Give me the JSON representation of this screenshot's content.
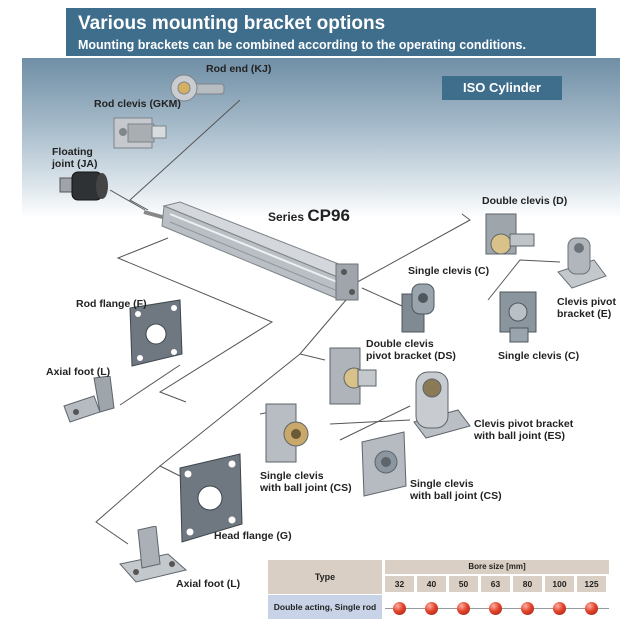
{
  "header": {
    "title": "Various mounting bracket options",
    "subtitle": "Mounting brackets can be combined according to the operating conditions."
  },
  "badge": "ISO Cylinder",
  "series": {
    "prefix": "Series",
    "model": "CP96"
  },
  "labels": {
    "rod_end": "Rod end (KJ)",
    "rod_clevis": "Rod clevis (GKM)",
    "floating_joint_1": "Floating",
    "floating_joint_2": "joint (JA)",
    "double_clevis": "Double clevis (D)",
    "single_clevis_c1": "Single clevis (C)",
    "clevis_pivot_e_1": "Clevis pivot",
    "clevis_pivot_e_2": "bracket (E)",
    "single_clevis_c2": "Single clevis (C)",
    "rod_flange": "Rod flange (F)",
    "axial_foot_1": "Axial foot (L)",
    "double_clevis_pivot_1": "Double clevis",
    "double_clevis_pivot_2": "pivot bracket (DS)",
    "clevis_pivot_es_1": "Clevis pivot bracket",
    "clevis_pivot_es_2": "with ball joint (ES)",
    "single_clevis_cs1_1": "Single clevis",
    "single_clevis_cs1_2": "with ball joint (CS)",
    "single_clevis_cs2_1": "Single clevis",
    "single_clevis_cs2_2": "with ball joint (CS)",
    "head_flange": "Head flange (G)",
    "axial_foot_2": "Axial foot (L)"
  },
  "spec_table": {
    "type_header": "Type",
    "bore_header": "Bore size [mm]",
    "row_type": "Double acting, Single rod",
    "bore_sizes": [
      "32",
      "40",
      "50",
      "63",
      "80",
      "100",
      "125"
    ]
  },
  "colors": {
    "header_bg": "#3f6d8c",
    "table_head_bg": "#d9cfc4",
    "table_row_bg": "#c9d3e8",
    "dot": "#e2442c"
  }
}
